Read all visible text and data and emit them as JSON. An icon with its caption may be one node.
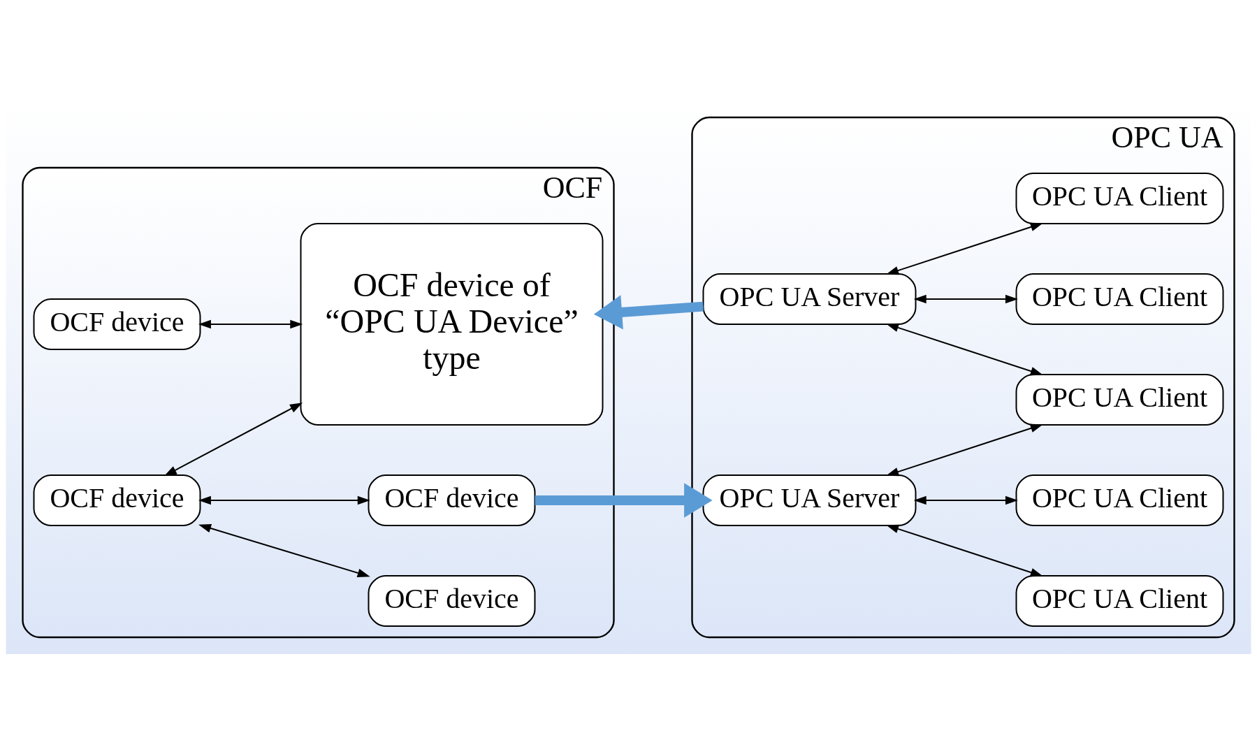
{
  "diagram": {
    "nodes": [
      {
        "text": [
          "OCF"
        ]
      },
      {
        "text": [
          "OCF device"
        ],
        "in": 0
      },
      {
        "text": [
          "OCF device of “OPC UA Device” type"
        ],
        "in": 0
      },
      {
        "text": [
          "OCF device"
        ],
        "in": 0
      },
      {
        "text": [
          "OCF device"
        ],
        "in": 0
      },
      {
        "text": [
          "OCF device"
        ],
        "in": 0
      },
      {
        "text": [
          "OPC UA"
        ]
      },
      {
        "text": [
          "OPC UA Client"
        ],
        "in": 6
      },
      {
        "text": [
          "OPC UA Client"
        ],
        "in": 6
      },
      {
        "text": [
          "OPC UA Server"
        ],
        "in": 6
      },
      {
        "text": [
          "OPC UA Client"
        ],
        "in": 6
      },
      {
        "text": [
          "OPC UA Client"
        ],
        "in": 6
      },
      {
        "text": [
          "OPC UA Server"
        ],
        "in": 6
      },
      {
        "text": [
          "OPC UA Client"
        ],
        "in": 6
      }
    ],
    "edges": [
      {
        "from": 1,
        "to": 2,
        "arrow": "both"
      },
      {
        "from": 3,
        "to": 2,
        "arrow": "both"
      },
      {
        "from": 3,
        "to": 4,
        "arrow": "both"
      },
      {
        "from": 3,
        "to": 5,
        "arrow": "both"
      },
      {
        "from": 9,
        "to": 7,
        "arrow": "both"
      },
      {
        "from": 9,
        "to": 8,
        "arrow": "both"
      },
      {
        "from": 9,
        "to": 10,
        "arrow": "both"
      },
      {
        "from": 12,
        "to": 10,
        "arrow": "both"
      },
      {
        "from": 12,
        "to": 11,
        "arrow": "both"
      },
      {
        "from": 12,
        "to": 13,
        "arrow": "both"
      },
      {
        "from": 9,
        "to": 2,
        "arrow": "to",
        "style": "thick",
        "color": "#5b9bd5"
      },
      {
        "from": 5,
        "to": 12,
        "arrow": "to",
        "style": "thick",
        "color": "#5b9bd5"
      }
    ]
  }
}
